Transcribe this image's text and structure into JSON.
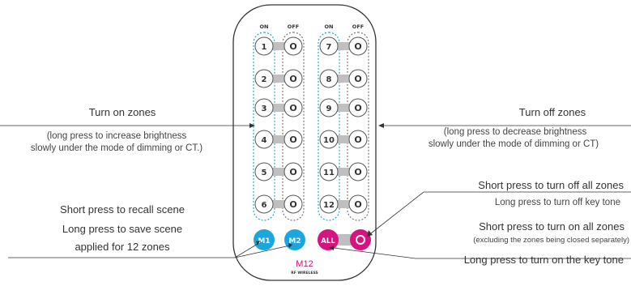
{
  "remote": {
    "col_labels": [
      "ON",
      "OFF",
      "ON",
      "OFF"
    ],
    "left_numbers": [
      "1",
      "2",
      "3",
      "4",
      "5",
      "6"
    ],
    "right_numbers": [
      "7",
      "8",
      "9",
      "10",
      "11",
      "12"
    ],
    "off_symbol": "O",
    "m1_label": "M1",
    "m2_label": "M2",
    "all_label": "ALL",
    "model_name": "M12",
    "model_sub": "RF WIRELESS",
    "colors": {
      "body_stroke": "#333333",
      "button_stroke": "#555555",
      "dotted_blue": "#29a3d9",
      "dotted_gray": "#777777",
      "scene_button": "#1ba6dc",
      "all_button": "#d6137e",
      "model_text": "#c0187a",
      "connector": "#bfbfbf"
    }
  },
  "annotations": {
    "turn_on_title": "Turn on zones",
    "turn_on_desc_1": "(long press to increase brightness",
    "turn_on_desc_2": "slowly under the mode of dimming or CT.)",
    "turn_off_title": "Turn off zones",
    "turn_off_desc_1": "(long press to decrease brightness",
    "turn_off_desc_2": "slowly under the mode of dimming or CT)",
    "recall_scene": "Short press to recall scene",
    "save_scene": "Long press to save scene",
    "applied_zones": "applied for 12 zones",
    "all_off": "Short press to turn off all zones",
    "key_tone_off": "Long press to turn off key tone",
    "all_on": "Short press to turn on all zones",
    "all_on_note": "(excluding the zones being closed separately)",
    "key_tone_on": "Long press to turn on the key tone"
  }
}
